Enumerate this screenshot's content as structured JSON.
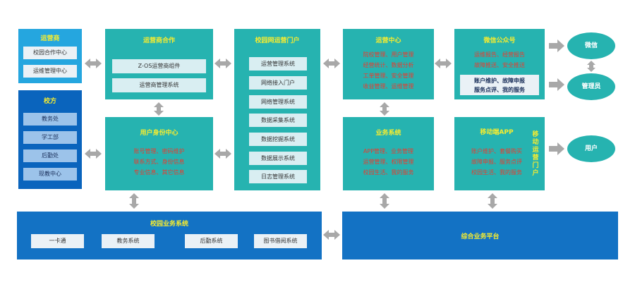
{
  "operator": {
    "title": "运营商",
    "items": [
      "校园合作中心",
      "运维管理中心"
    ]
  },
  "school": {
    "title": "校方",
    "items": [
      "教务处",
      "学工部",
      "后勤处",
      "现教中心"
    ]
  },
  "operator_coop": {
    "title": "运营商合作",
    "items": [
      "Z-OS运营商组件",
      "运营商管理系统"
    ]
  },
  "identity": {
    "title": "用户身份中心",
    "lines": [
      "账号管理、密码维护",
      "联系方式、身份信息",
      "专业信息、其它信息"
    ]
  },
  "portal": {
    "title": "校园网运营门户",
    "items": [
      "运营管理系统",
      "网络接入门户",
      "网络管理系统",
      "数据采集系统",
      "数据挖掘系统",
      "数据展示系统",
      "日志管理系统"
    ]
  },
  "ops_center": {
    "title": "运营中心",
    "lines": [
      "院校管理、用户管理",
      "经营统计、数据分析",
      "工单管理、安全管理",
      "收益管理、运维管理"
    ]
  },
  "business": {
    "title": "业务系统",
    "lines": [
      "APP管理、业务管理",
      "运营管理、权限管理",
      "校园生活、我的服务"
    ]
  },
  "wechat_pub": {
    "title": "微信公众号",
    "lines": [
      "运维报告、经营报告",
      "故障推送、安全推送"
    ],
    "box_lines": [
      "账户维护、故障申报",
      "服务点评、我的服务"
    ]
  },
  "mobile_app": {
    "title": "移动端APP",
    "lines": [
      "账户维护、套餐购买",
      "故障申报、服务点评",
      "校园生活、我的服务"
    ],
    "side_label": "移动运营门户"
  },
  "targets": {
    "wechat": "微信",
    "admin": "管理员",
    "user": "用户"
  },
  "campus_business": {
    "title": "校园业务系统",
    "items": [
      "一卡通",
      "教务系统",
      "后勤系统",
      "图书借阅系统"
    ]
  },
  "integrated": {
    "title": "综合业务平台"
  }
}
